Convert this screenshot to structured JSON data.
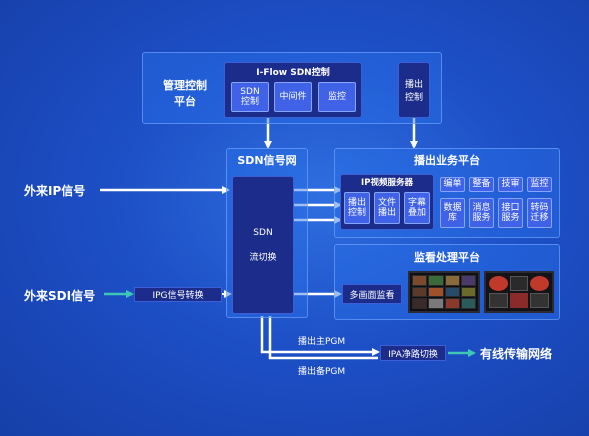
{
  "management": {
    "title_line1": "管理控制",
    "title_line2": "平台",
    "iflow_title": "I-Flow SDN控制",
    "chips": [
      {
        "line1": "SDN",
        "line2": "控制"
      },
      {
        "line1": "中间件",
        "line2": ""
      },
      {
        "line1": "监控",
        "line2": ""
      }
    ],
    "broadcast_line1": "播出",
    "broadcast_line2": "控制"
  },
  "sdn": {
    "title": "SDN信号网",
    "core_line1": "SDN",
    "core_line2": "流切换"
  },
  "inputs": {
    "ip_signal": "外来IP信号",
    "sdi_signal": "外来SDI信号",
    "ipg_convert": "IPG信号转换"
  },
  "broadcast_platform": {
    "title": "播出业务平台",
    "server_title": "IP视频服务器",
    "server_chips": [
      {
        "line1": "播出",
        "line2": "控制"
      },
      {
        "line1": "文件",
        "line2": "播出"
      },
      {
        "line1": "字幕",
        "line2": "叠加"
      }
    ],
    "services_row1": [
      "编单",
      "整备",
      "技审",
      "监控"
    ],
    "services_row2": [
      {
        "line1": "数据",
        "line2": "库"
      },
      {
        "line1": "消息",
        "line2": "服务"
      },
      {
        "line1": "接口",
        "line2": "服务"
      },
      {
        "line1": "转码",
        "line2": "迁移"
      }
    ]
  },
  "monitor_platform": {
    "title": "监看处理平台",
    "multiview": "多画面监看"
  },
  "outputs": {
    "main_pgm": "播出主PGM",
    "backup_pgm": "播出备PGM",
    "ipa_switch": "IPA净路切换",
    "network": "有线传输网络"
  },
  "colors": {
    "background": "#1d4fc6",
    "panel": "#2c6ee0",
    "dark_box": "#1c2c8a",
    "chip": "#3f62e6",
    "arrow": "#ffffff",
    "sdi_arrow": "#3cc8b4"
  }
}
